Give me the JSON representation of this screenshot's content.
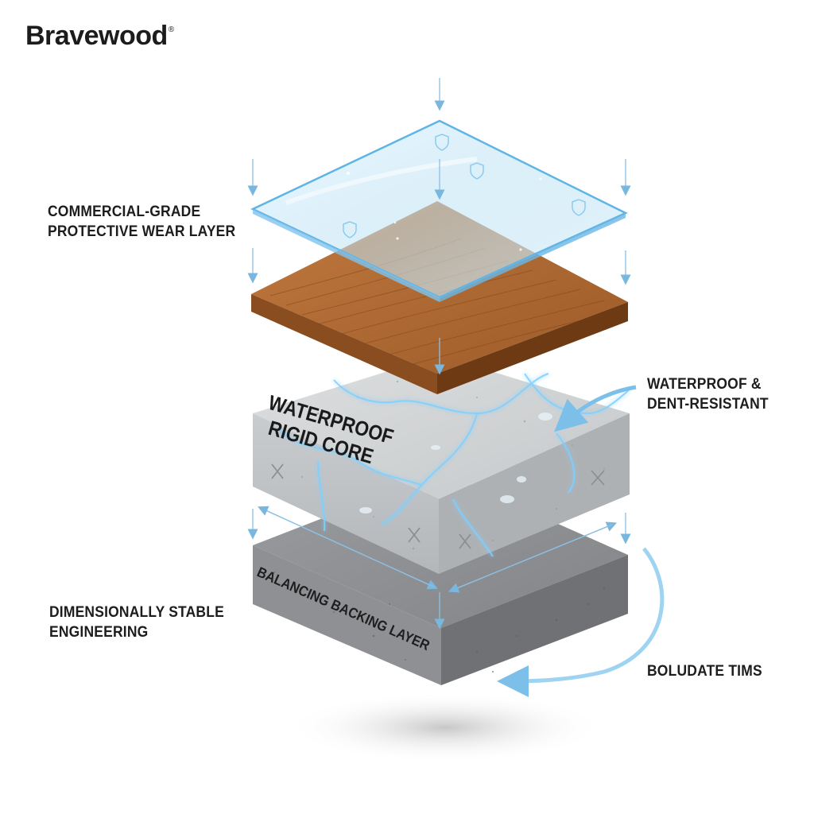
{
  "brand": {
    "name": "Bravewood",
    "mark": "®"
  },
  "layers": {
    "core_title_line1": "WATERPROOF",
    "core_title_line2": "RIGID CORE",
    "backing_title": "BALANCING BACKING LAYER"
  },
  "callouts": {
    "wear_line1": "COMMERCIAL-GRADE",
    "wear_line2": "PROTECTIVE WEAR LAYER",
    "waterproof_line1": "WATERPROOF &",
    "waterproof_line2": "DENT-RESISTANT",
    "stable_line1": "DIMENSIONALLY STABLE",
    "stable_line2": "ENGINEERING",
    "bottom_label": "BOLUDATE TIMS"
  },
  "colors": {
    "glass": "#bfe3f6",
    "glass_edge": "#5fb4e6",
    "wood_top": "#b06a34",
    "wood_side": "#7c4319",
    "core_top": "#d2d4d6",
    "core_side": "#bcbfc2",
    "backing_top": "#8d8f92",
    "backing_side": "#6f7174",
    "arrow_blue": "#6cb8e6",
    "glow_blue": "#7fd0ff"
  }
}
